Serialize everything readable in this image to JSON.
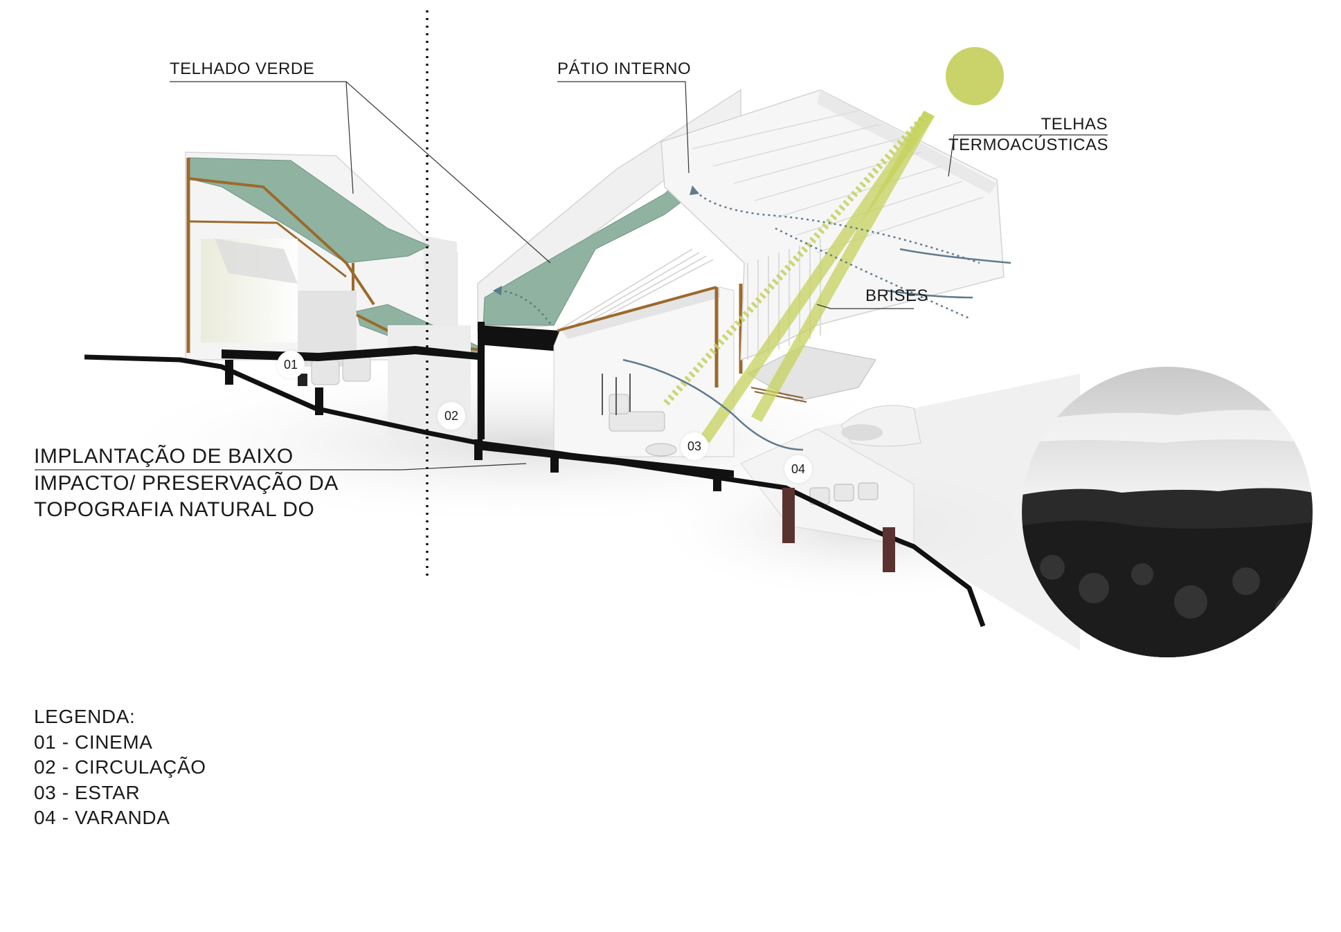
{
  "labels": {
    "telhado_verde": "TELHADO VERDE",
    "patio_interno": "PÁTIO INTERNO",
    "telhas_line1": "TELHAS",
    "telhas_line2": "TERMOACÚSTICAS",
    "brises": "BRISES",
    "implantacao_line1": "IMPLANTAÇÃO DE BAIXO",
    "implantacao_line2": "IMPACTO/ PRESERVAÇÃO DA",
    "implantacao_line3": "TOPOGRAFIA NATURAL DO"
  },
  "room_numbers": [
    "01",
    "02",
    "03",
    "04"
  ],
  "legend": {
    "title": "LEGENDA:",
    "items": [
      "01 - CINEMA",
      "02 - CIRCULAÇÃO",
      "03 - ESTAR",
      "04 - VARANDA"
    ]
  },
  "colors": {
    "green_roof": "#8fb3a0",
    "sun": "#c9d36a",
    "sun_ray": "#c5d15c",
    "wood": "#9b6a2c",
    "air_flow": "#5f7a8c",
    "ground": "#111111",
    "pillar": "#5a3330"
  },
  "icons": {
    "sun": "sun-icon",
    "view_photo": "landscape-photo"
  }
}
